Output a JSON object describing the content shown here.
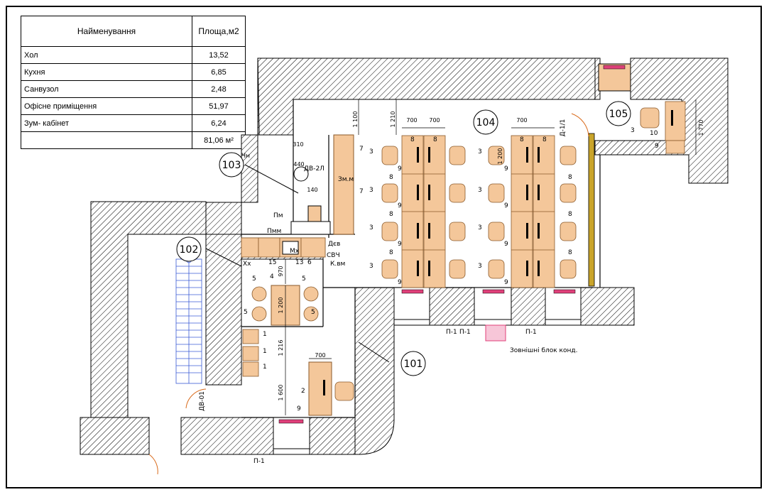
{
  "legend": {
    "header_name": "Найменування",
    "header_area": "Площа,м2",
    "rows": [
      {
        "name": "Хол",
        "area": "13,52"
      },
      {
        "name": "Кухня",
        "area": "6,85"
      },
      {
        "name": "Санвузол",
        "area": "2,48"
      },
      {
        "name": "Офісне приміщення",
        "area": "51,97"
      },
      {
        "name": "Зум- кабінет",
        "area": "6,24"
      }
    ],
    "total": "81,06 м²"
  },
  "rooms": {
    "r101": "101",
    "r102": "102",
    "r103": "103",
    "r104": "104",
    "r105": "105"
  },
  "labels": {
    "door_d1": "Д-1/1",
    "door_dv": "ДВ-01",
    "p1": "П-1",
    "ext_unit": "Зовнішні блок конд.",
    "svch": "СВЧ",
    "kvm": "К.вм",
    "kh": "Хх",
    "pm": "Пм",
    "pmm": "Пмм",
    "mkh": "Мх",
    "vch": "Чн",
    "dv2": "Дєв",
    "zmm": "Зм.м",
    "dv2d": "ДВ-2Л",
    "num1": "1",
    "num2": "2",
    "num3": "3",
    "num4": "4",
    "num5": "5",
    "num6": "6",
    "num7": "7",
    "num8": "8",
    "num9": "9",
    "num10": "10",
    "num13": "13",
    "num15": "15"
  },
  "dims": {
    "d700": "700",
    "d1100": "1 100",
    "d1210": "1 210",
    "d1200": "1 200",
    "d1770": "1 770",
    "d310": "310",
    "d440": "440",
    "d140": "140",
    "d970": "970",
    "d1216": "1 216",
    "d1600": "1 600"
  },
  "colors": {
    "furniture": "#f4c79a",
    "furniture_stroke": "#8a5a2b",
    "wall_hatch": "#000000",
    "stair": "#3b5bd6",
    "door_arc": "#d96a1a",
    "accent_pink": "#e0407a",
    "olive_wall": "#c9a42a"
  }
}
